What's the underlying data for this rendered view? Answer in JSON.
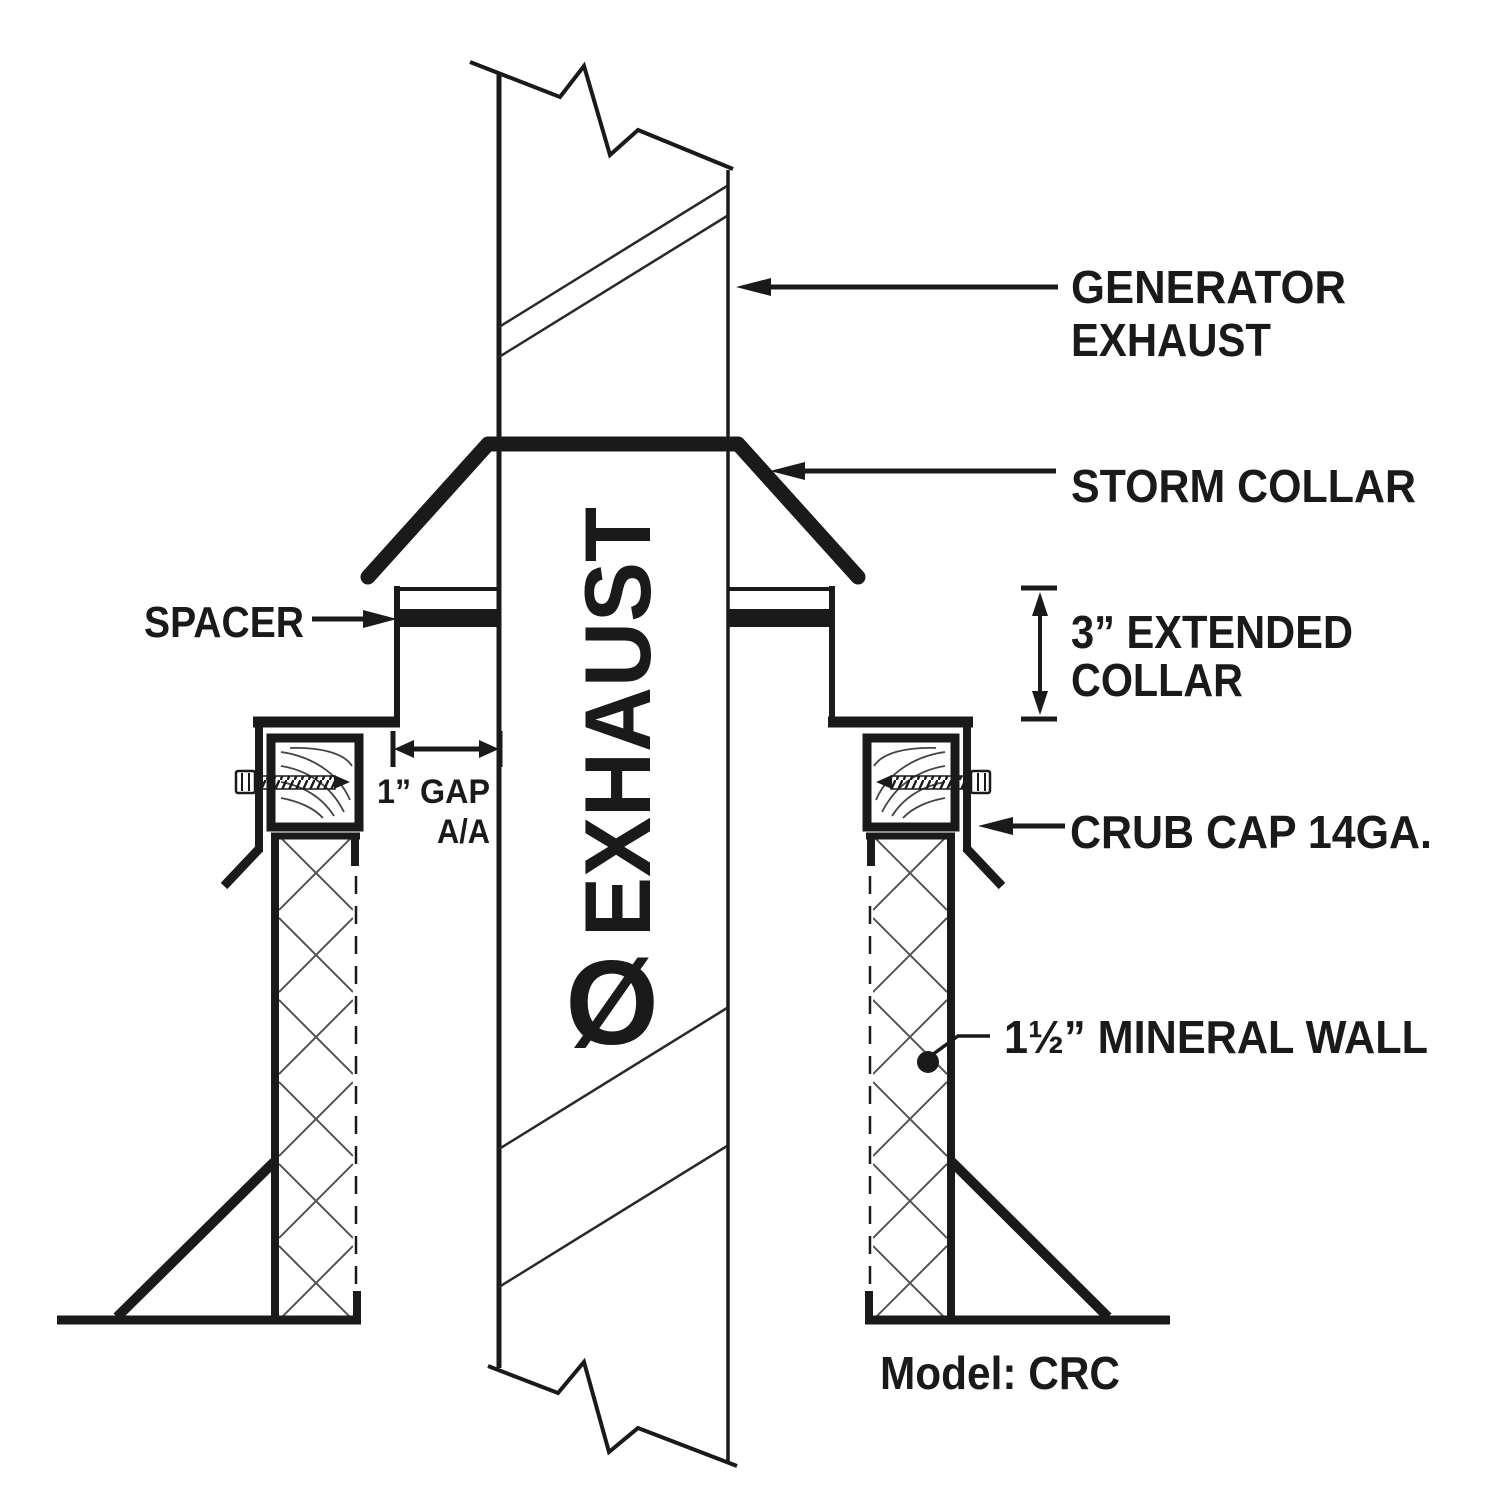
{
  "labels": {
    "generator_exhaust_line1": "GENERATOR",
    "generator_exhaust_line2": "EXHAUST",
    "storm_collar": "STORM COLLAR",
    "spacer": "SPACER",
    "extended_collar_line1": "3” EXTENDED",
    "extended_collar_line2": "COLLAR",
    "gap_dimension_line1": "1” GAP",
    "gap_dimension_line2": "A/A",
    "curb_cap": "CRUB CAP 14GA.",
    "mineral_wall": "1½” MINERAL WALL",
    "model": "Model: CRC"
  },
  "pipe": {
    "flow_label": "EXHAUST",
    "diameter_symbol": "Ø"
  },
  "dimensions": {
    "extended_collar_height": "3”",
    "gap_width": "1”",
    "mineral_wall_thickness": "1½”",
    "curb_cap_gauge": "14GA."
  },
  "colors": {
    "ink": "#1a1a1a",
    "background": "#ffffff"
  }
}
